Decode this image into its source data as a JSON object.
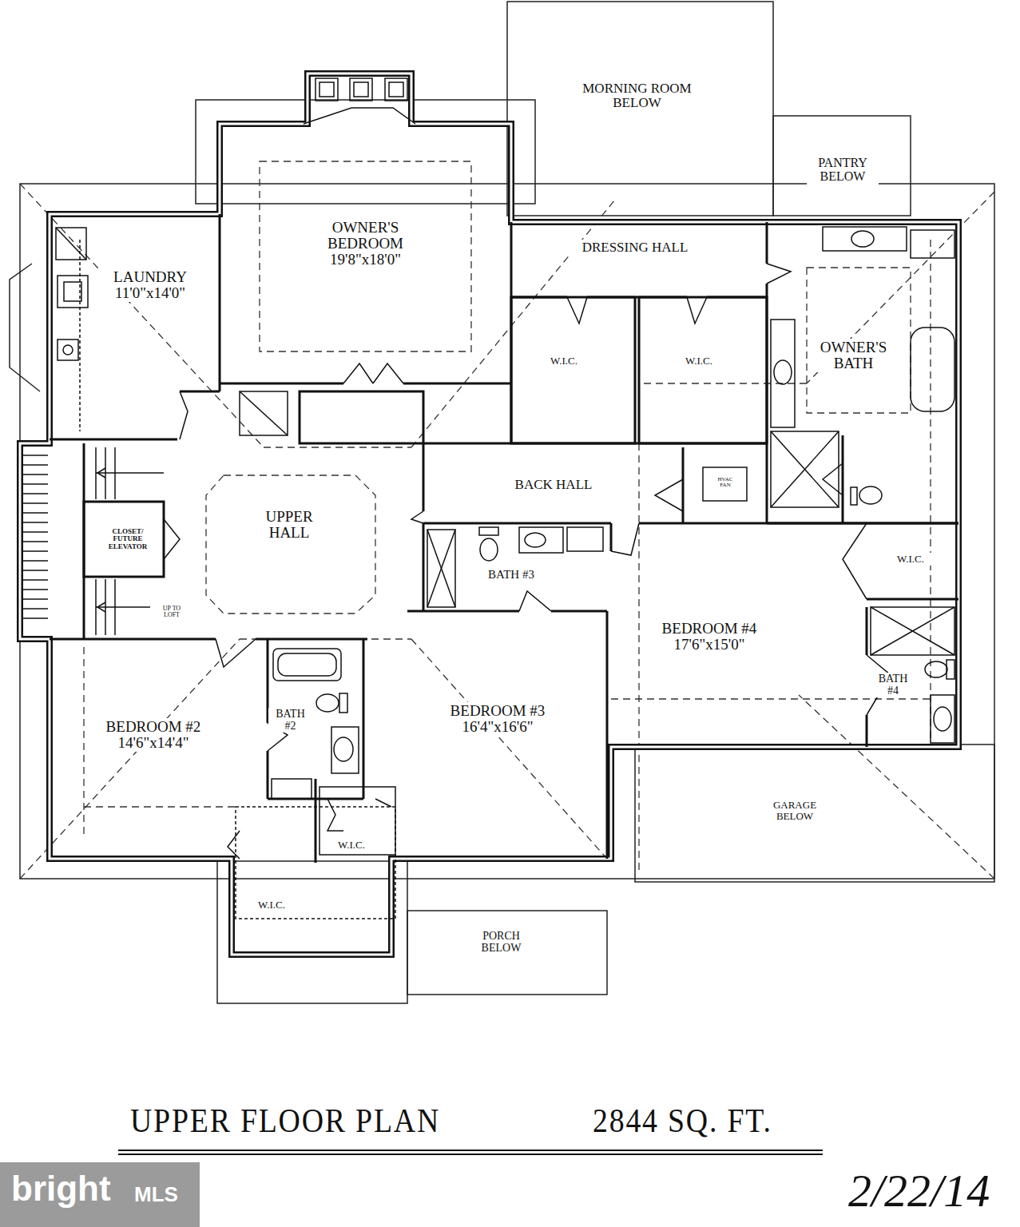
{
  "diagram": {
    "title": "UPPER FLOOR PLAN",
    "nodes": [
      {
        "text": [
          "MORNING ROOM BELOW"
        ]
      },
      {
        "text": [
          "PANTRY BELOW"
        ]
      },
      {
        "text": [
          "OWNER'S BEDROOM",
          "19'8\"x18'0\""
        ]
      },
      {
        "text": [
          "DRESSING HALL"
        ]
      },
      {
        "text": [
          "LAUNDRY",
          "11'0\"x14'0\""
        ]
      },
      {
        "text": [
          "OWNER'S BATH"
        ]
      },
      {
        "text": [
          "W.I.C."
        ]
      },
      {
        "text": [
          "W.I.C."
        ]
      },
      {
        "text": [
          "BACK HALL"
        ]
      },
      {
        "text": [
          "HVAC FAN"
        ]
      },
      {
        "text": [
          "UPPER HALL"
        ]
      },
      {
        "text": [
          "CLOSET/ FUTURE ELEVATOR"
        ]
      },
      {
        "text": [
          "BATH #3"
        ]
      },
      {
        "text": [
          "W.I.C."
        ]
      },
      {
        "text": [
          "UP TO LOFT"
        ]
      },
      {
        "text": [
          "BEDROOM #4",
          "17'6\"x15'0\""
        ]
      },
      {
        "text": [
          "BATH #4"
        ]
      },
      {
        "text": [
          "BEDROOM #2",
          "14'6\"x14'4\""
        ]
      },
      {
        "text": [
          "BATH #2"
        ]
      },
      {
        "text": [
          "BEDROOM #3",
          "16'4\"x16'6\""
        ]
      },
      {
        "text": [
          "GARAGE BELOW"
        ]
      },
      {
        "text": [
          "W.I.C."
        ]
      },
      {
        "text": [
          "W.I.C."
        ]
      },
      {
        "text": [
          "PORCH BELOW"
        ]
      }
    ],
    "labels": [
      "2844 SQ. FT.",
      "2/22/14",
      "bright",
      "MLS"
    ]
  }
}
